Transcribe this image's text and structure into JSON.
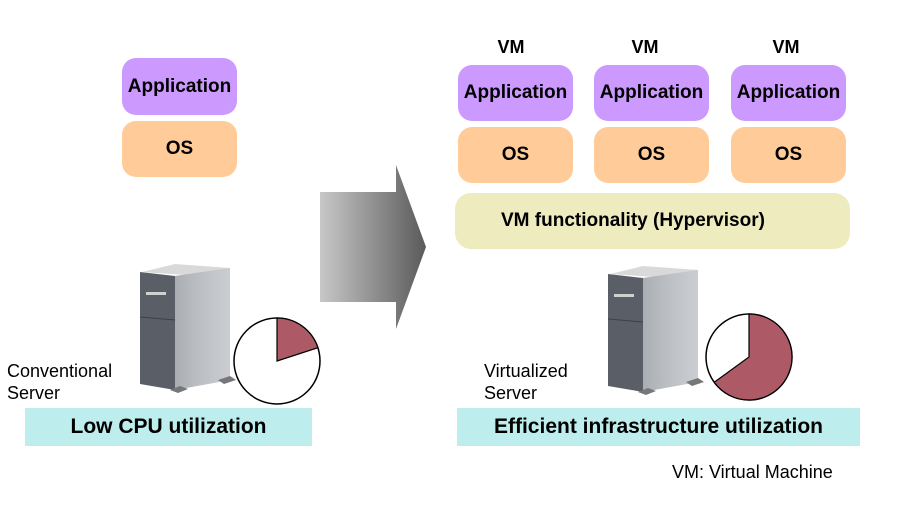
{
  "conventional": {
    "app_label": "Application",
    "os_label": "OS",
    "server_label_line1": "Conventional",
    "server_label_line2": "Server",
    "banner": "Low CPU utilization",
    "cpu_utilization_fraction": 0.2
  },
  "virtualized": {
    "vm_label": "VM",
    "vms": [
      {
        "vm_label": "VM",
        "app_label": "Application",
        "os_label": "OS"
      },
      {
        "vm_label": "VM",
        "app_label": "Application",
        "os_label": "OS"
      },
      {
        "vm_label": "VM",
        "app_label": "Application",
        "os_label": "OS"
      }
    ],
    "hypervisor_label": "VM functionality (Hypervisor)",
    "server_label_line1": "Virtualized",
    "server_label_line2": "Server",
    "banner": "Efficient infrastructure utilization",
    "cpu_utilization_fraction": 0.65
  },
  "footnote": "VM: Virtual Machine",
  "colors": {
    "application": "#cc99ff",
    "os": "#ffcc99",
    "hypervisor": "#eeebbf",
    "banner": "#bdeeed",
    "pie_fill": "#ad5a66"
  }
}
